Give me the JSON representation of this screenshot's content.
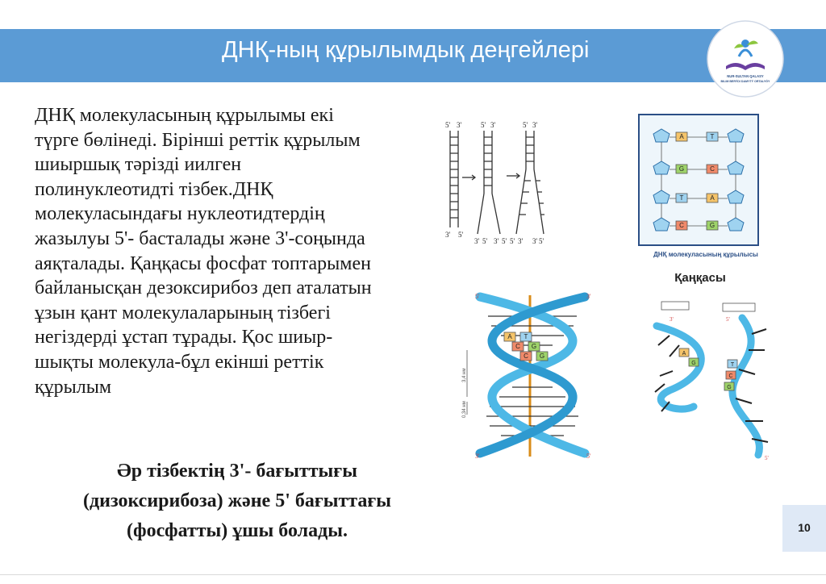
{
  "slide": {
    "title": "ДНҚ-ның құрылымдық деңгейлері",
    "body": "ДНҚ молекуласының құрылымы екі\nтүрге бөлінеді. Бірінші реттік құрылым\nшиыршық тәрізді иилген\nполинуклеотидті тізбек.ДНҚ\nмолекуласындағы нуклеотидтердің\nжазылуы 5'-  басталады және 3'-соңында\nаяқталады. Қаңқасы фосфат топтарымен\nбайланысқан дезоксирибоз деп аталатын\nұзын қант молекулаларының тізбегі\nнегіздерді ұстап тұрады. Қос шиыр-\nшықты молекула-бұл екінші реттік\nқұрылым",
    "conclusion": "Әр тізбектің 3'- бағыттығы\n(дизоксирибоза) және 5' бағыттағы\n(фосфатты) ұшы болады.",
    "page_number": "10"
  },
  "logo": {
    "line1": "NUR-SULTAN QALASY",
    "line2": "BILIM BERÝDI DAMYTÝ ORTALYǴY"
  },
  "figures": {
    "replication": {
      "labels": [
        "5'",
        "3'",
        "5'",
        "3'",
        "5'",
        "3'",
        "3'",
        "5'",
        "3'",
        "5'",
        "3'",
        "5'",
        "5'",
        "3'",
        "3'",
        "5'"
      ]
    },
    "chain": {
      "caption": "ДНҚ молекуласының құрылысы",
      "backbone_label": "Қаңқасы",
      "bases": [
        "A",
        "T",
        "G",
        "C",
        "T",
        "A",
        "C",
        "G"
      ]
    },
    "helix": {
      "bases": [
        "A",
        "T",
        "C",
        "G",
        "C",
        "G"
      ],
      "end_labels": [
        "5'",
        "3'",
        "3'",
        "5'"
      ],
      "scale_top": "3,4 нм",
      "scale_bottom": "0,34 нм"
    },
    "single": {
      "bases": [
        "A",
        "G",
        "T",
        "C",
        "G"
      ],
      "end_labels": [
        "3'",
        "5'",
        "5'"
      ]
    }
  },
  "colors": {
    "title_bar": "#5b9bd5",
    "strand": "#4db8e6",
    "axis": "#d98c1a",
    "base_a": "#f5c46a",
    "base_t": "#9fd3f0",
    "base_g": "#9ed36a",
    "base_c": "#f08a6a"
  }
}
